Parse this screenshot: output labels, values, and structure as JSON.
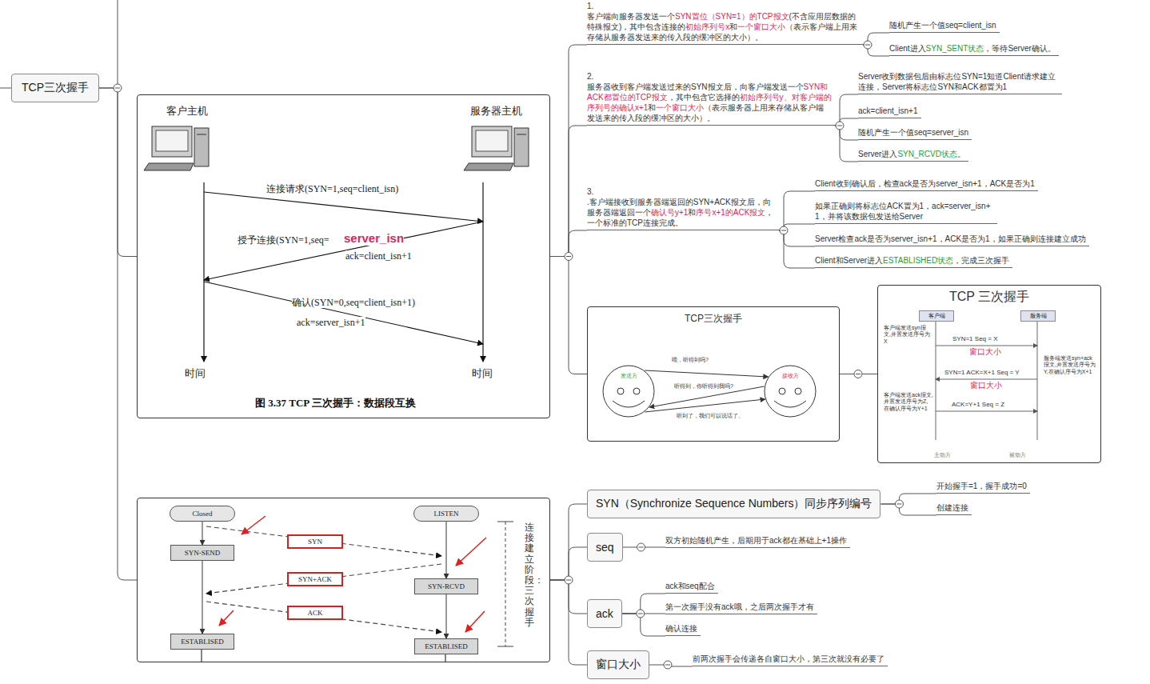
{
  "diagram": {
    "nodes": [
      {
        "text": [
          "TCP三次握手"
        ]
      },
      {
        "text": [
          "图 3.37    TCP 三次握手：数据段互换"
        ]
      },
      {
        "text": [
          "1.",
          "客户端向服务器发送一个",
          "SYN置位（SYN=1）的TCP报文",
          "(不含应用层数据的特殊报文)，其中包含连接的",
          "初始序列号x",
          "和",
          "一个窗口大小",
          "（表示客户端上用来存储从服务器发送来的传入段的缓冲区的大小）。"
        ]
      },
      {
        "text": [
          "随机产生一个值seq=client_isn"
        ]
      },
      {
        "text": [
          "Client进入",
          "SYN_SENT状态",
          "，等待Server确认。"
        ]
      },
      {
        "text": [
          "2.",
          "服务器收到客户端发送过来的SYN报文后，向客户端发送一个",
          "SYN和ACK都置位的TCP报文",
          "，其中包含它选择的",
          "初始序列号y、对客户端的序列号的确认x+1",
          "和",
          "一个窗口大小",
          "（表示服务器上用来存储从客户端发送来的传入段的缓冲区的大小）。"
        ]
      },
      {
        "text": [
          "Server收到数据包后由标志位SYN=1知道Client请求建立连接，Server将标志位SYN和ACK都置为1"
        ]
      },
      {
        "text": [
          "ack=client_isn+1"
        ]
      },
      {
        "text": [
          "随机产生一个值seq=server_isn"
        ]
      },
      {
        "text": [
          "Server进入",
          "SYN_RCVD状态",
          "。"
        ]
      },
      {
        "text": [
          "3.",
          ".客户端接收到服务器端返回的SYN+ACK报文后，向服务器端返回一个",
          "确认号y+1",
          "和",
          "序号x+1的ACK报文",
          "，一个标准的TCP连接完成。"
        ]
      },
      {
        "text": [
          "Client收到确认后，检查ack是否为server_isn+1，ACK是否为1"
        ]
      },
      {
        "text": [
          "如果正确则将标志位ACK置为1，ack=server_isn+1，并将该数据包发送给Server"
        ]
      },
      {
        "text": [
          "Server检查ack是否为server_isn+1，ACK是否为1，如果正确则连接建立成功"
        ]
      },
      {
        "text": [
          "Client和Server进入",
          "ESTABLISHED状态",
          "，完成三次握手"
        ]
      },
      {
        "text": [
          "TCP三次握手"
        ]
      },
      {
        "text": [
          "发送方"
        ],
        "in": 15
      },
      {
        "text": [
          "接收方"
        ],
        "in": 15
      },
      {
        "text": [
          "TCP 三次握手"
        ]
      },
      {
        "text": [
          "客户端"
        ],
        "in": 18
      },
      {
        "text": [
          "服务端"
        ],
        "in": 18
      },
      {
        "text": [
          "连接建立阶段：三次握手"
        ]
      },
      {
        "text": [
          "Closed"
        ],
        "in": 21
      },
      {
        "text": [
          "LISTEN"
        ],
        "in": 21
      },
      {
        "text": [
          "SYN-SEND"
        ],
        "in": 21
      },
      {
        "text": [
          "SYN-RCVD"
        ],
        "in": 21
      },
      {
        "text": [
          "ESTABLISED"
        ],
        "in": 21
      },
      {
        "text": [
          "ESTABLISED"
        ],
        "in": 21
      },
      {
        "text": [
          "SYN"
        ],
        "in": 21
      },
      {
        "text": [
          "SYN+ACK"
        ],
        "in": 21
      },
      {
        "text": [
          "ACK"
        ],
        "in": 21
      },
      {
        "text": [
          "SYN（Synchronize Sequence Numbers）同步序列编号"
        ]
      },
      {
        "text": [
          "开始握手=1，握手成功=0"
        ]
      },
      {
        "text": [
          "创建连接"
        ]
      },
      {
        "text": [
          "seq"
        ]
      },
      {
        "text": [
          "双方初始随机产生，后期用于ack都在基础上+1操作"
        ]
      },
      {
        "text": [
          "ack"
        ]
      },
      {
        "text": [
          "ack和seq配合"
        ]
      },
      {
        "text": [
          "第一次握手没有ack哦，之后两次握手才有"
        ]
      },
      {
        "text": [
          "确认连接"
        ]
      },
      {
        "text": [
          "窗口大小"
        ]
      },
      {
        "text": [
          "前两次握手会传递各自窗口大小，第三次就没有必要了"
        ]
      }
    ],
    "edges": [
      {
        "from": 0,
        "to": 1,
        "arrow": "none"
      },
      {
        "from": 0,
        "to": 21,
        "arrow": "none"
      },
      {
        "from": 1,
        "to": 2,
        "arrow": "none"
      },
      {
        "from": 1,
        "to": 5,
        "arrow": "none"
      },
      {
        "from": 1,
        "to": 10,
        "arrow": "none"
      },
      {
        "from": 1,
        "to": 15,
        "arrow": "none"
      },
      {
        "from": 2,
        "to": 3,
        "arrow": "none"
      },
      {
        "from": 2,
        "to": 4,
        "arrow": "none"
      },
      {
        "from": 5,
        "to": 6,
        "arrow": "none"
      },
      {
        "from": 5,
        "to": 7,
        "arrow": "none"
      },
      {
        "from": 5,
        "to": 8,
        "arrow": "none"
      },
      {
        "from": 5,
        "to": 9,
        "arrow": "none"
      },
      {
        "from": 10,
        "to": 11,
        "arrow": "none"
      },
      {
        "from": 10,
        "to": 12,
        "arrow": "none"
      },
      {
        "from": 10,
        "to": 13,
        "arrow": "none"
      },
      {
        "from": 10,
        "to": 14,
        "arrow": "none"
      },
      {
        "from": 15,
        "to": 18,
        "arrow": "none"
      },
      {
        "from": 16,
        "to": 17,
        "label": "喂，听得到吗?",
        "arrow": "to"
      },
      {
        "from": 17,
        "to": 16,
        "label": "听得到，你听得到我吗?",
        "arrow": "to"
      },
      {
        "from": 16,
        "to": 17,
        "label": "听到了，我们可以说话了。",
        "arrow": "to"
      },
      {
        "from": 22,
        "to": 24,
        "arrow": "to"
      },
      {
        "from": 24,
        "to": 26,
        "arrow": "to"
      },
      {
        "from": 23,
        "to": 25,
        "arrow": "to"
      },
      {
        "from": 25,
        "to": 27,
        "arrow": "to"
      },
      {
        "from": 21,
        "to": 31,
        "arrow": "none"
      },
      {
        "from": 21,
        "to": 34,
        "arrow": "none"
      },
      {
        "from": 21,
        "to": 36,
        "arrow": "none"
      },
      {
        "from": 21,
        "to": 40,
        "arrow": "none"
      },
      {
        "from": 31,
        "to": 32,
        "arrow": "none"
      },
      {
        "from": 31,
        "to": 33,
        "arrow": "none"
      },
      {
        "from": 34,
        "to": 35,
        "arrow": "none"
      },
      {
        "from": 36,
        "to": 37,
        "arrow": "none"
      },
      {
        "from": 36,
        "to": 38,
        "arrow": "none"
      },
      {
        "from": 36,
        "to": 39,
        "arrow": "none"
      },
      {
        "from": 40,
        "to": 41,
        "arrow": "none"
      }
    ],
    "labels": [
      "客户主机",
      "服务器主机",
      "连接请求(SYN=1,seq=client_isn)",
      "授予连接(SYN=1,seq=",
      "server_isn",
      "ack=client_isn+1",
      "确认(SYN=0,seq=client_isn+1)",
      "ack=server_isn+1",
      "时间",
      "时间",
      "客户端发送syn报文,并置发送序号为X",
      "SYN=1 Seq = X",
      "窗口大小",
      "服务端发送syn+ack报文,并置发送序号为Y,在确认序号为X+1",
      "SYN=1 ACK=X+1 Seq = Y",
      "窗口大小",
      "客户端发送ack报文,并置发送序号为Z,在确认序号为Y+1",
      "ACK=Y+1 Seq = Z",
      "主动方",
      "被动方"
    ]
  }
}
